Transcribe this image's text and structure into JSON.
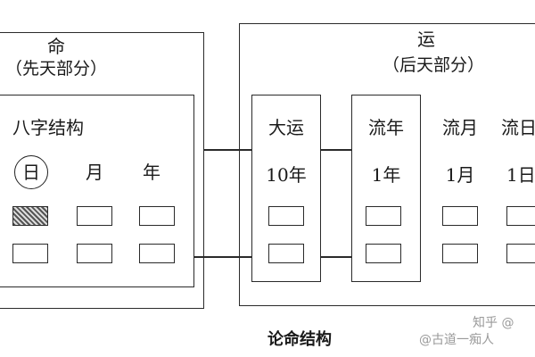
{
  "left_panel": {
    "title": "命",
    "subtitle": "（先天部分）",
    "inner_title": "八字结构",
    "columns": [
      {
        "label": "日",
        "circled": true,
        "first_slot": "hatched"
      },
      {
        "label": "月",
        "circled": false,
        "first_slot": "empty"
      },
      {
        "label": "年",
        "circled": false,
        "first_slot": "empty"
      }
    ]
  },
  "right_panel": {
    "title": "运",
    "subtitle": "（后天部分）",
    "columns": [
      {
        "name": "大运",
        "period": "10年",
        "boxed": true
      },
      {
        "name": "流年",
        "period": "1年",
        "boxed": true
      },
      {
        "name": "流月",
        "period": "1月",
        "boxed": false
      },
      {
        "name": "流日",
        "period": "1日",
        "boxed": false
      }
    ]
  },
  "caption": "论命结构",
  "watermark": {
    "line1": "知乎 @",
    "line2": "@古道一痴人"
  }
}
